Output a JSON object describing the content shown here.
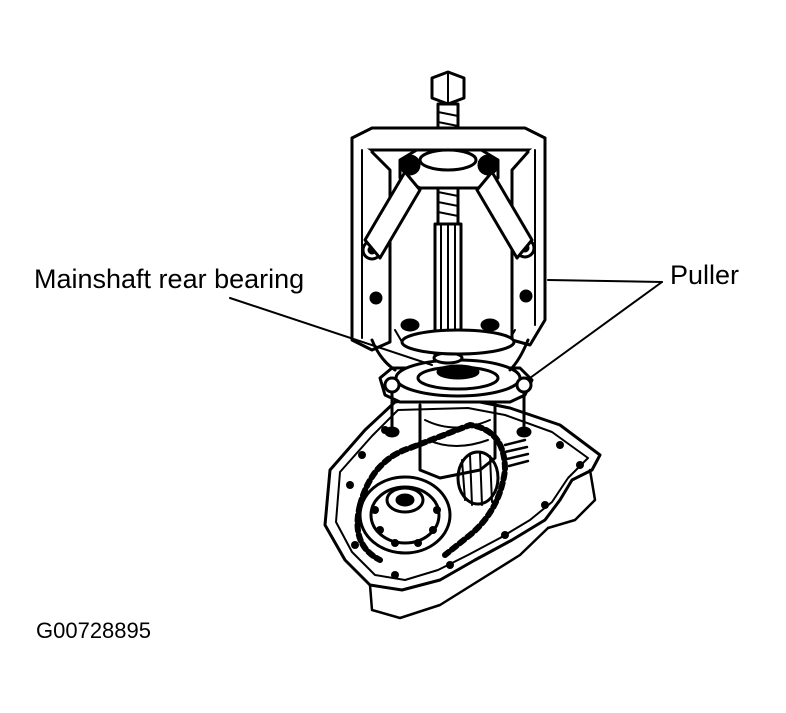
{
  "labels": {
    "bearing": "Mainshaft rear bearing",
    "puller": "Puller",
    "figure_code": "G00728895"
  },
  "colors": {
    "ink": "#000000",
    "paper": "#ffffff"
  }
}
